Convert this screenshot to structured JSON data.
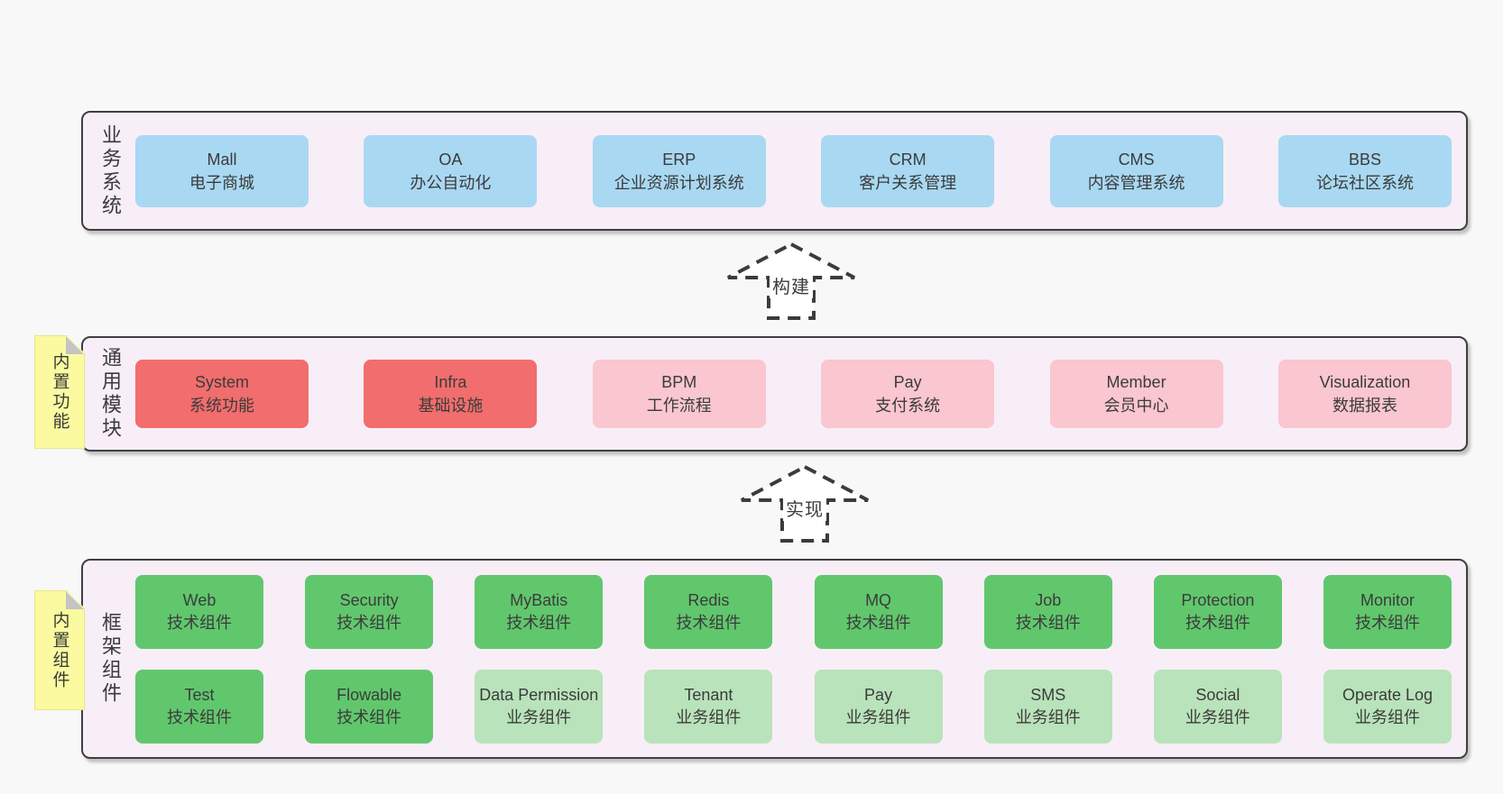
{
  "palette": {
    "page_bg": "#f8f8f8",
    "band_bg": "#f8eef7",
    "band_border": "#3f3f3f",
    "text": "#3b3b3b",
    "blue": "#a9d8f2",
    "red": "#f26d6d",
    "pink": "#fac6cf",
    "green_dark": "#61c76d",
    "green_light": "#b9e3ba",
    "sticky_yellow": "#fbfaa0",
    "sticky_fold_gray": "#c4c4c4"
  },
  "bands": [
    {
      "label": "业务系统",
      "items": [
        {
          "title": "Mall",
          "subtitle": "电子商城"
        },
        {
          "title": "OA",
          "subtitle": "办公自动化"
        },
        {
          "title": "ERP",
          "subtitle": "企业资源计划系统"
        },
        {
          "title": "CRM",
          "subtitle": "客户关系管理"
        },
        {
          "title": "CMS",
          "subtitle": "内容管理系统"
        },
        {
          "title": "BBS",
          "subtitle": "论坛社区系统"
        }
      ]
    },
    {
      "label": "通用模块",
      "sticky_note": "内置功能",
      "items": [
        {
          "title": "System",
          "subtitle": "系统功能"
        },
        {
          "title": "Infra",
          "subtitle": "基础设施"
        },
        {
          "title": "BPM",
          "subtitle": "工作流程"
        },
        {
          "title": "Pay",
          "subtitle": "支付系统"
        },
        {
          "title": "Member",
          "subtitle": "会员中心"
        },
        {
          "title": "Visualization",
          "subtitle": "数据报表"
        }
      ]
    },
    {
      "label": "框架组件",
      "sticky_note": "内置组件",
      "rows": [
        [
          {
            "title": "Web",
            "subtitle": "技术组件"
          },
          {
            "title": "Security",
            "subtitle": "技术组件"
          },
          {
            "title": "MyBatis",
            "subtitle": "技术组件"
          },
          {
            "title": "Redis",
            "subtitle": "技术组件"
          },
          {
            "title": "MQ",
            "subtitle": "技术组件"
          },
          {
            "title": "Job",
            "subtitle": "技术组件"
          },
          {
            "title": "Protection",
            "subtitle": "技术组件"
          },
          {
            "title": "Monitor",
            "subtitle": "技术组件"
          }
        ],
        [
          {
            "title": "Test",
            "subtitle": "技术组件"
          },
          {
            "title": "Flowable",
            "subtitle": "技术组件"
          },
          {
            "title": "Data Permission",
            "subtitle": "业务组件"
          },
          {
            "title": "Tenant",
            "subtitle": "业务组件"
          },
          {
            "title": "Pay",
            "subtitle": "业务组件"
          },
          {
            "title": "SMS",
            "subtitle": "业务组件"
          },
          {
            "title": "Social",
            "subtitle": "业务组件"
          },
          {
            "title": "Operate Log",
            "subtitle": "业务组件"
          }
        ]
      ]
    }
  ],
  "arrows": [
    {
      "label": "构建"
    },
    {
      "label": "实现"
    }
  ]
}
